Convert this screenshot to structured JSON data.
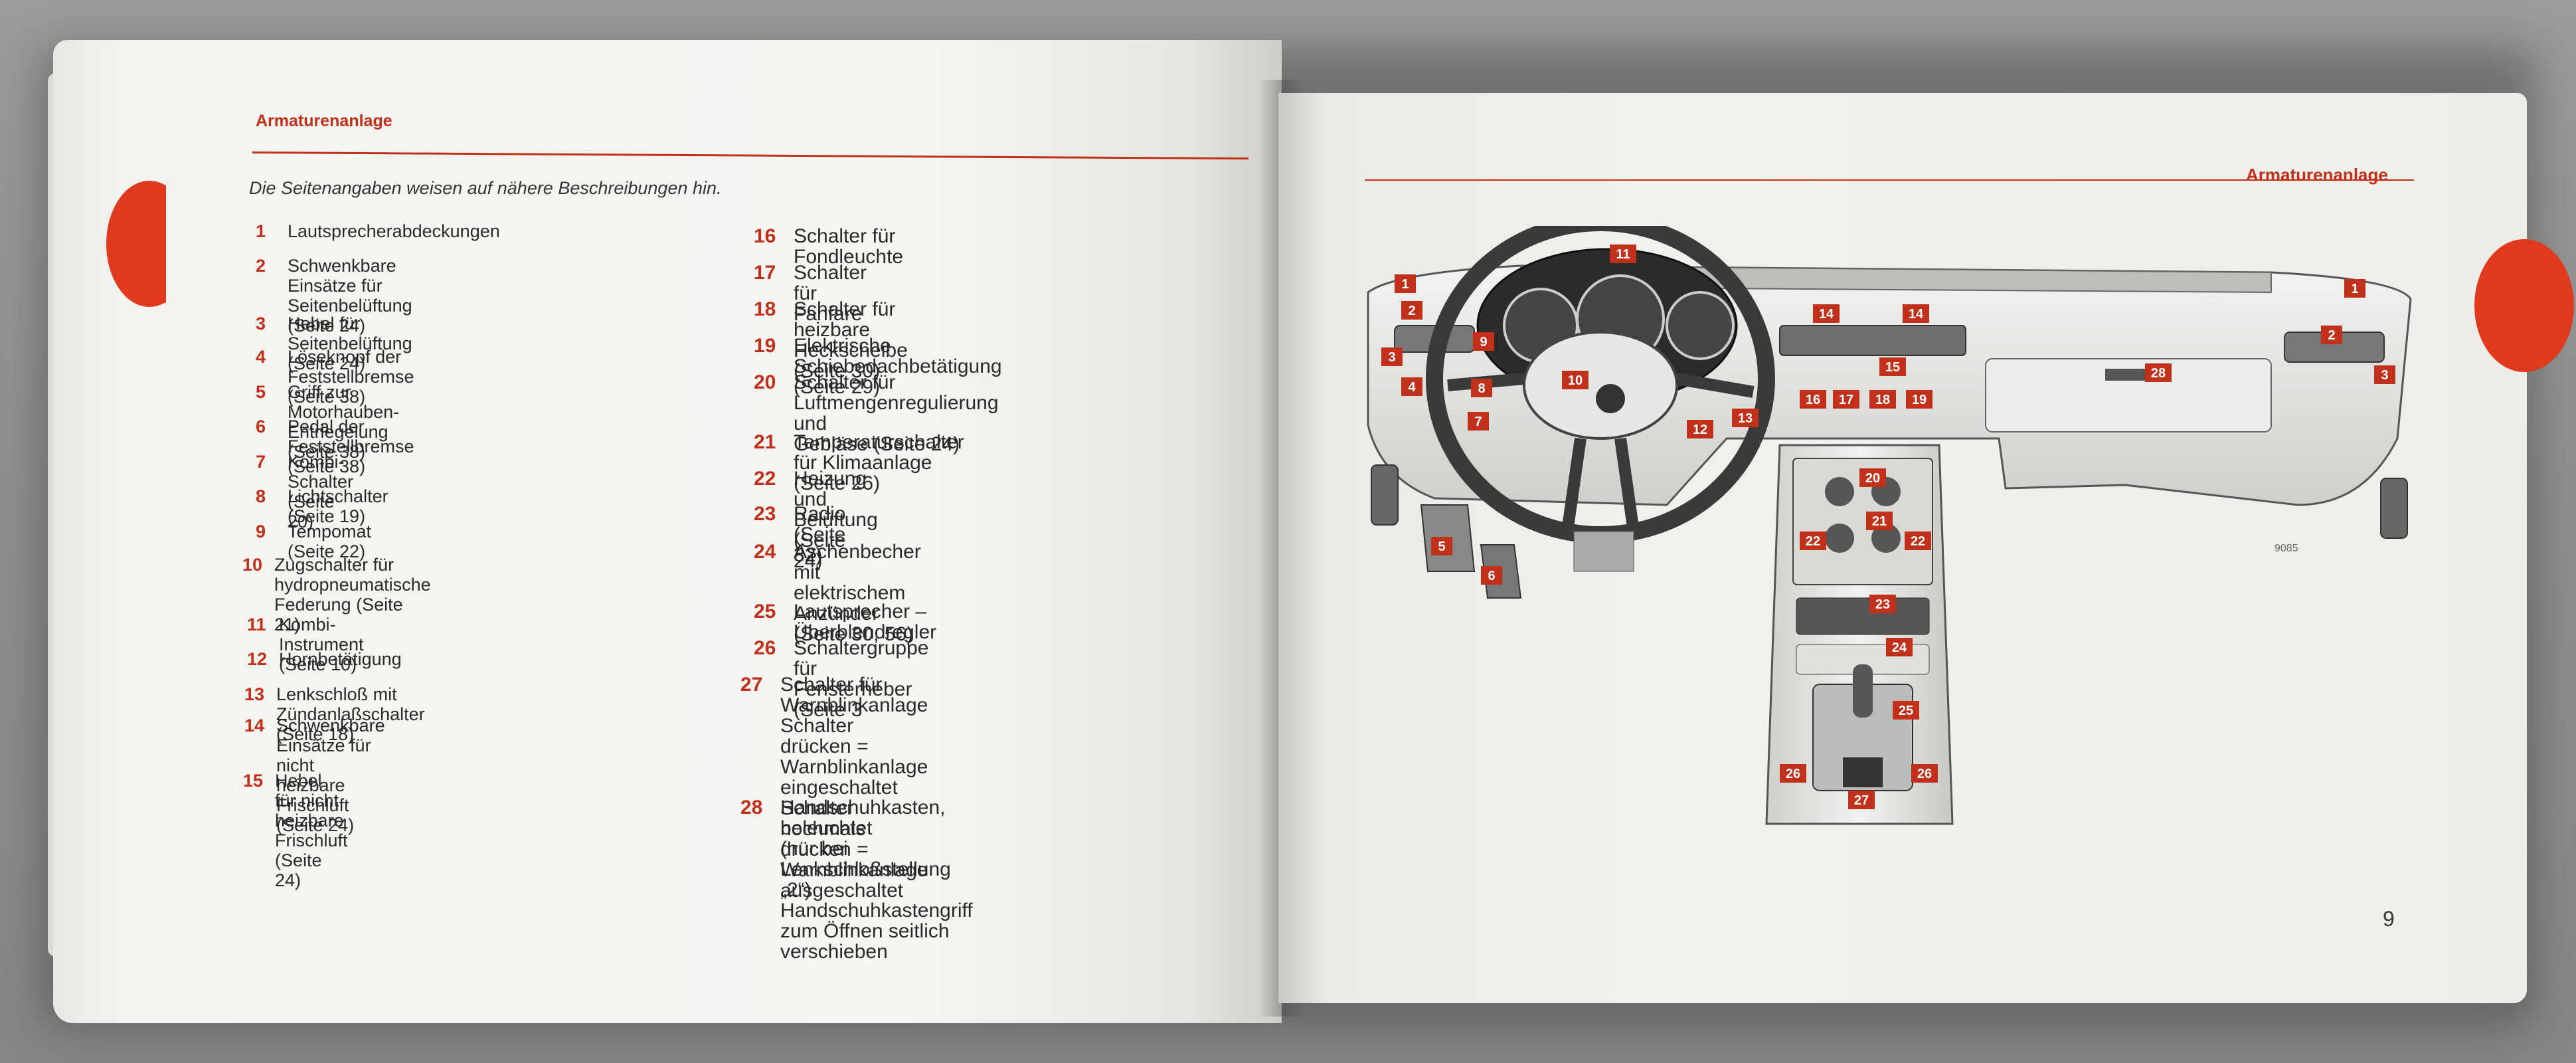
{
  "left_page": {
    "header": "Armaturenanlage",
    "intro": "Die Seitenangaben weisen auf nähere Beschreibungen hin.",
    "items_col1": [
      {
        "n": "1",
        "t": "Lautsprecherabdeckungen"
      },
      {
        "n": "2",
        "t": "Schwenkbare Einsätze für\nSeitenbelüftung (Seite 24)"
      },
      {
        "n": "3",
        "t": "Hebel für Seitenbelüftung (Seite 24)"
      },
      {
        "n": "4",
        "t": "Löseknopf der Feststellbremse (Seite 38)"
      },
      {
        "n": "5",
        "t": "Griff zur Motorhauben-Entriegelung (Seite 38)"
      },
      {
        "n": "6",
        "t": "Pedal der Feststellbremse (Seite 38)"
      },
      {
        "n": "7",
        "t": "Kombi-Schalter (Seite 20)"
      },
      {
        "n": "8",
        "t": "Lichtschalter (Seite 19)"
      },
      {
        "n": "9",
        "t": "Tempomat (Seite 22)"
      },
      {
        "n": "10",
        "t": "Zugschalter für hydropneumatische\nFederung (Seite 21)"
      },
      {
        "n": "11",
        "t": "Kombi-Instrument (Seite 10)"
      },
      {
        "n": "12",
        "t": "Hornbetätigung"
      },
      {
        "n": "13",
        "t": "Lenkschloß mit Zündanlaßschalter (Seite 18)"
      },
      {
        "n": "14",
        "t": "Schwenkbare Einsätze für nicht heizbare\nFrischluft (Seite 24)"
      },
      {
        "n": "15",
        "t": "Hebel für nicht heizbare Frischluft (Seite 24)"
      }
    ],
    "items_col2": [
      {
        "n": "16",
        "t": "Schalter für Fondleuchte"
      },
      {
        "n": "17",
        "t": "Schalter für Fanfare"
      },
      {
        "n": "18",
        "t": "Schalter für heizbare Heckscheibe (Seite 30)"
      },
      {
        "n": "19",
        "t": "Elektrische Schiebedachbetätigung (Seite 29)"
      },
      {
        "n": "20",
        "t": "Schalter für Luftmengenregulierung und\nGebläse (Seite 24)"
      },
      {
        "n": "21",
        "t": "Temperaturschalter für Klimaanlage (Seite 26)"
      },
      {
        "n": "22",
        "t": "Heizung und Belüftung (Seite 24)"
      },
      {
        "n": "23",
        "t": "Radio (Seite 32)"
      },
      {
        "n": "24",
        "t": "Aschenbecher mit elektrischem\nAnzünder (Seite 30, 56)"
      },
      {
        "n": "25",
        "t": "Lautsprecher – Überblendregler"
      },
      {
        "n": "26",
        "t": "Schaltergruppe für Fensterheber (Seite 3"
      },
      {
        "n": "27",
        "t": "Schalter für Warnblinkanlage\nSchalter drücken = Warnblinkanlage\neingeschaltet\nSchalter nochmals drücken =\nWarnblinkanlage ausgeschaltet"
      },
      {
        "n": "28",
        "t": "Handschuhkasten, beleuchtet\n(nur bei Lenkschloßstellung „2“)\nHandschuhkastengriff zum Öffnen seitlich\nverschieben"
      }
    ]
  },
  "right_page": {
    "header": "Armaturenanlage",
    "page_number": "9",
    "figure_code": "9085",
    "callouts": [
      "1",
      "2",
      "3",
      "4",
      "5",
      "6",
      "7",
      "8",
      "9",
      "10",
      "11",
      "12",
      "13",
      "14",
      "15",
      "16",
      "17",
      "18",
      "19",
      "20",
      "21",
      "22",
      "23",
      "24",
      "25",
      "26",
      "27",
      "28"
    ]
  },
  "colors": {
    "accent_red": "#c0301a",
    "tab_red": "#e03a1e",
    "paper": "#f4f3f0"
  }
}
